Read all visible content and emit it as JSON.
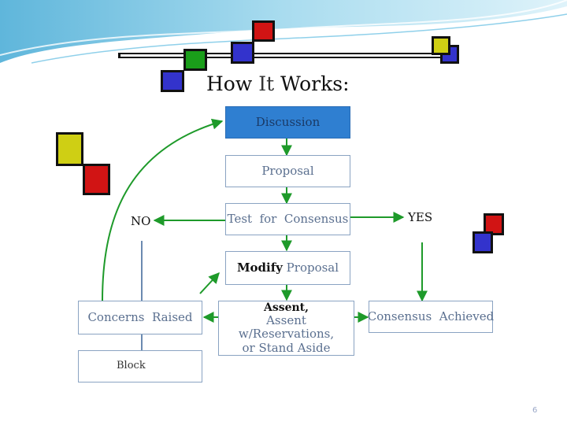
{
  "slide": {
    "title_part1": "How",
    "title_part2": "It",
    "title_part3": "Works:",
    "slide_number": "6"
  },
  "diagram": {
    "discussion": "Discussion",
    "proposal": "Proposal",
    "test_for_consensus": "Test  for  Consensus",
    "modify_bold": "Modify",
    "modify_rest": " Proposal",
    "assent_bold": "Assent,",
    "assent_line2": "Assent w/Reservations,",
    "assent_line3": "or Stand Aside",
    "concerns_raised": "Concerns  Raised",
    "consensus_achieved": "Consensus  Achieved",
    "block": "Block",
    "no_label": "NO",
    "yes_label": "YES"
  },
  "colors": {
    "arrow": "#1e9a2a",
    "box_border": "#8aa3c2",
    "discussion_fill": "#2f7fd1",
    "decor_red": "#d11414",
    "decor_yellow": "#cfcf14",
    "decor_blue": "#3333cc",
    "decor_green": "#1a9e1a"
  }
}
